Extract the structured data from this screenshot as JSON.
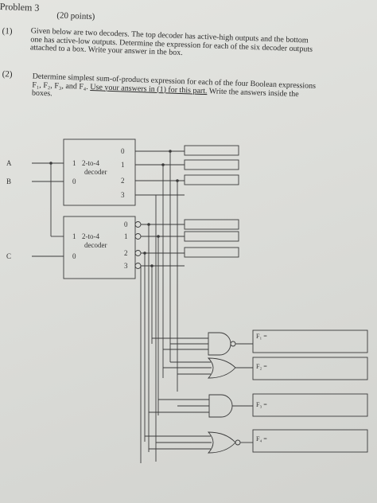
{
  "problem": {
    "title": "Problem 3",
    "points": "(20 points)"
  },
  "part1": {
    "number": "(1)",
    "lines": [
      "Given below are two decoders. The top decoder has active-high outputs and the bottom",
      "one has active-low outputs. Determine the expression for each of the six decoder outputs",
      "attached to a box. Write your answer in the box."
    ]
  },
  "part2": {
    "number": "(2)",
    "line1": "Determine simplest sum-of-products expression for each of  the four Boolean expressions",
    "line2_pre": "F₁, F₂, F₃, and F₄. ",
    "line2_underlined": "Use your answers in (1) for this part.",
    "line2_post": " Write the answers inside the",
    "line3": "boxes."
  },
  "circuit": {
    "inputs": {
      "a": "A",
      "b": "B",
      "c": "C"
    },
    "top_decoder": {
      "in1": "1",
      "in0": "0",
      "label1": "2-to-4",
      "label2": "decoder",
      "outputs": [
        "0",
        "1",
        "2",
        "3"
      ]
    },
    "bottom_decoder": {
      "in1": "1",
      "in0": "0",
      "label1": "2-to-4",
      "label2": "decoder",
      "outputs": [
        "0",
        "1",
        "2",
        "3"
      ]
    },
    "functions": [
      "F₁ =",
      "F₂ =",
      "F₃ =",
      "F₄ ="
    ],
    "gate_types": [
      "NAND",
      "OR",
      "AND",
      "NOR"
    ]
  }
}
